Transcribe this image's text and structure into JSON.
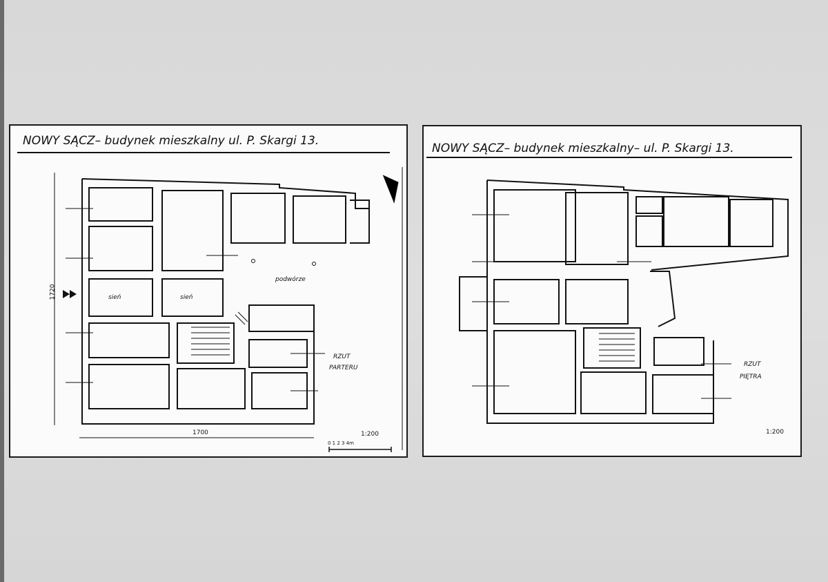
{
  "left_sheet": {
    "title": "NOWY SĄCZ– budynek  mieszkalny  ul. P. Skargi  13.",
    "labels": {
      "podworze": "podwórze",
      "sien1": "sień",
      "sien2": "sień",
      "rzut": "RZUT",
      "parteru": "PARTERU",
      "scale": "1:200",
      "dim_vertical": "1720",
      "dim_horizontal": "1700",
      "scale_bar": "0   1   2   3   4m"
    }
  },
  "right_sheet": {
    "title": "NOWY SĄCZ– budynek  mieszkalny– ul. P. Skargi  13.",
    "labels": {
      "rzut": "RZUT",
      "pietra": "PIĘTRA",
      "scale": "1:200"
    }
  }
}
